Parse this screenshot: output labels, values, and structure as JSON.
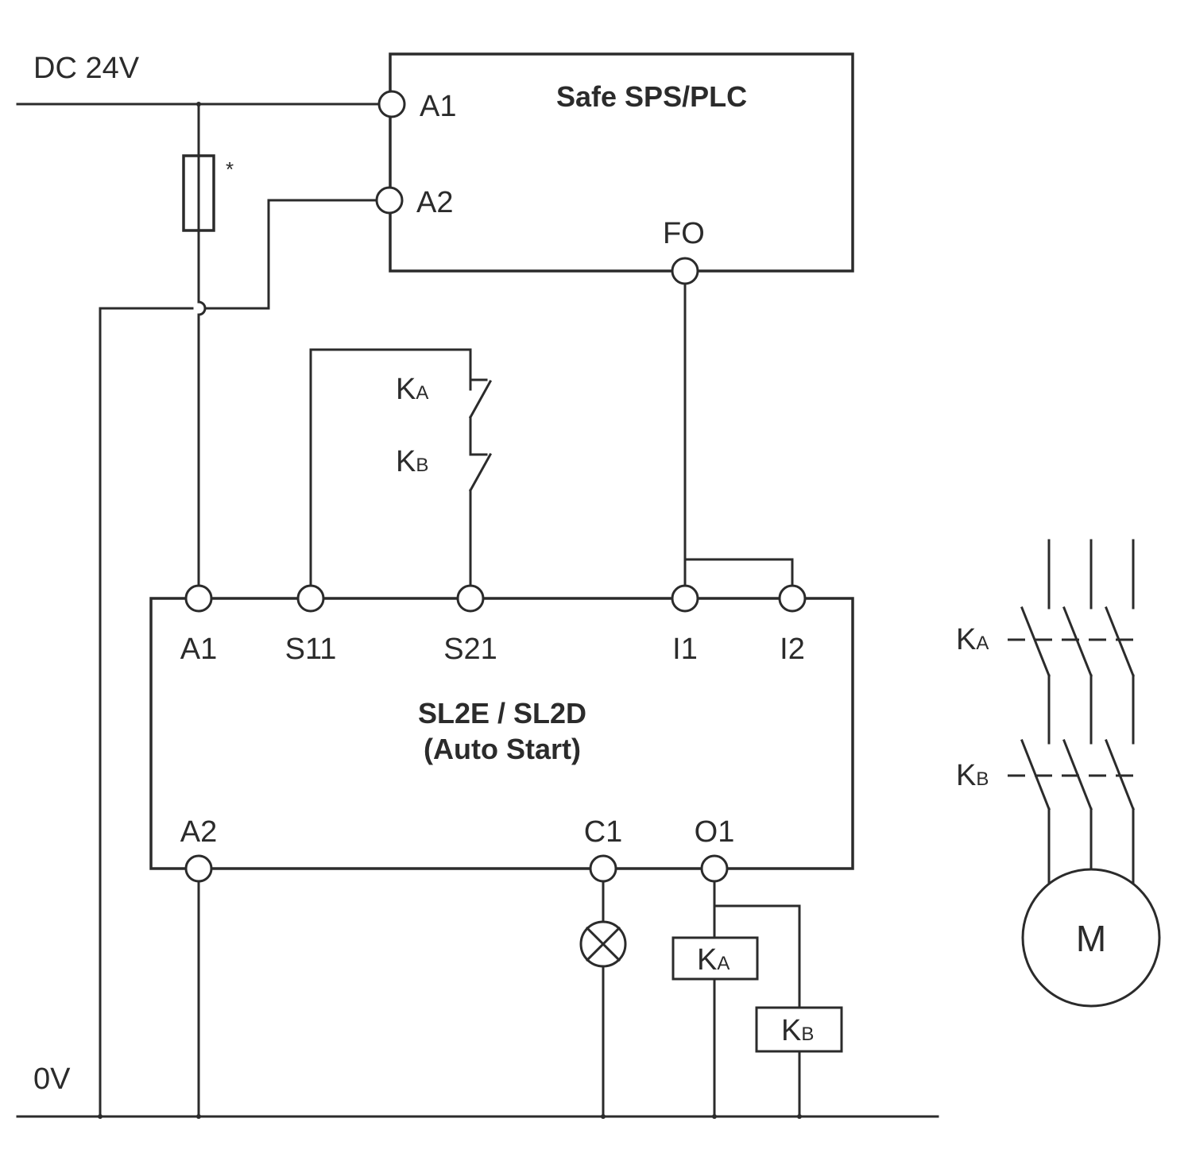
{
  "supply": {
    "positive": "DC 24V",
    "ground": "0V",
    "fuse_note": "*"
  },
  "plc": {
    "title": "Safe SPS/PLC",
    "terminals": {
      "a1": "A1",
      "a2": "A2",
      "fo": "FO"
    }
  },
  "relay": {
    "title_line1": "SL2E / SL2D",
    "title_line2": "(Auto Start)",
    "top_terminals": {
      "a1": "A1",
      "s11": "S11",
      "s21": "S21",
      "i1": "I1",
      "i2": "I2"
    },
    "bottom_terminals": {
      "a2": "A2",
      "c1": "C1",
      "o1": "O1"
    }
  },
  "feedback_contacts": {
    "ka": "K",
    "ka_sub": "A",
    "kb": "K",
    "kb_sub": "B"
  },
  "coils": {
    "ka": "K",
    "ka_sub": "A",
    "kb": "K",
    "kb_sub": "B"
  },
  "power_contacts": {
    "ka": "K",
    "ka_sub": "A",
    "kb": "K",
    "kb_sub": "B"
  },
  "motor": {
    "label": "M"
  }
}
